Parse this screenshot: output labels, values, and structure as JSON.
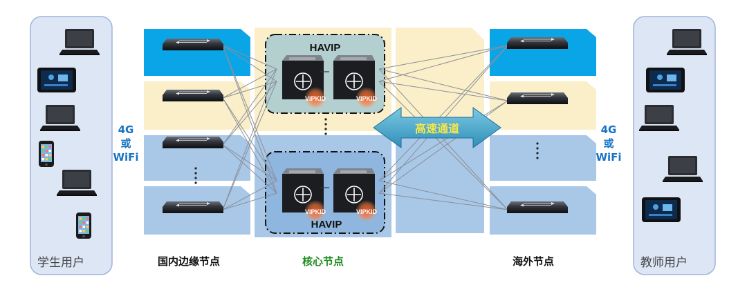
{
  "labels": {
    "student_users": "学生用户",
    "teacher_users": "教师用户",
    "domestic_edge": "国内边缘节点",
    "core": "核心节点",
    "overseas": "海外节点",
    "highspeed": "高速通道",
    "havip_top": "HAVIP",
    "havip_bottom": "HAVIP",
    "net_left_1": "4G",
    "net_left_2": "或",
    "net_left_3": "WiFi",
    "net_right_1": "4G",
    "net_right_2": "或",
    "net_right_3": "WiFi",
    "brand": "VIPKID"
  },
  "colors": {
    "cyan": "#0aa5e6",
    "yellow": "#fbefc9",
    "blue_band": "#a9c7e6",
    "blue_dark": "#8fb6df",
    "panel": "#dde6f5",
    "core_text": "#1f8a1f",
    "net_text": "#1673c3",
    "arrow": "#3fa3c6"
  }
}
